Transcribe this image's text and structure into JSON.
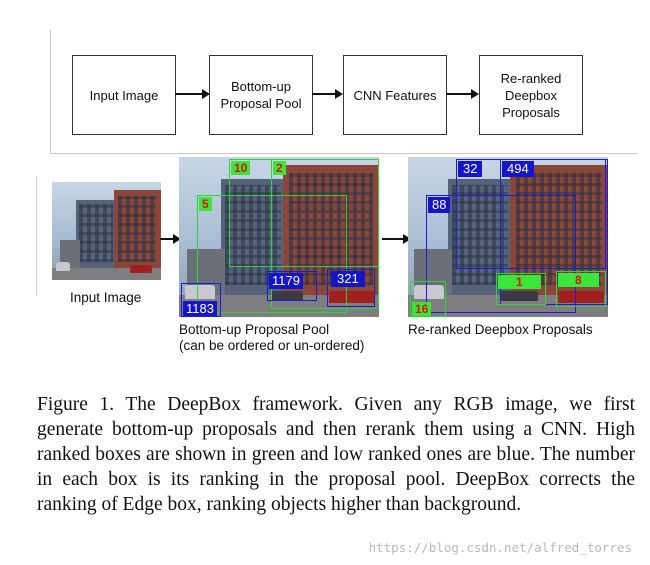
{
  "flowchart": {
    "boxes": [
      "Input Image",
      "Bottom-up\nProposal Pool",
      "CNN Features",
      "Re-ranked\nDeepbox\nProposals"
    ]
  },
  "panels": {
    "input_caption": "Input Image",
    "pool_caption_line1": "Bottom-up Proposal Pool",
    "pool_caption_line2": "(can be ordered or un-ordered)",
    "reranked_caption": "Re-ranked Deepbox Proposals"
  },
  "pool_boxes": {
    "green": [
      "10",
      "2",
      "5"
    ],
    "blue": [
      "1179",
      "321",
      "1183"
    ]
  },
  "reranked_boxes": {
    "blue": [
      "32",
      "494",
      "88"
    ],
    "green": [
      "1",
      "8",
      "16"
    ]
  },
  "box_colors": {
    "high_rank": "#32d232",
    "low_rank": "#1b1bd8",
    "label_text_high": "#dd1111"
  },
  "figure_caption": "Figure 1. The DeepBox framework.  Given any RGB image, we first generate bottom-up proposals and then rerank them using a CNN. High ranked boxes are shown in green and low ranked ones are blue.  The number in each box is its ranking in the proposal pool. DeepBox corrects the ranking of Edge box, ranking objects higher than background.",
  "watermark": "https://blog.csdn.net/alfred_torres"
}
